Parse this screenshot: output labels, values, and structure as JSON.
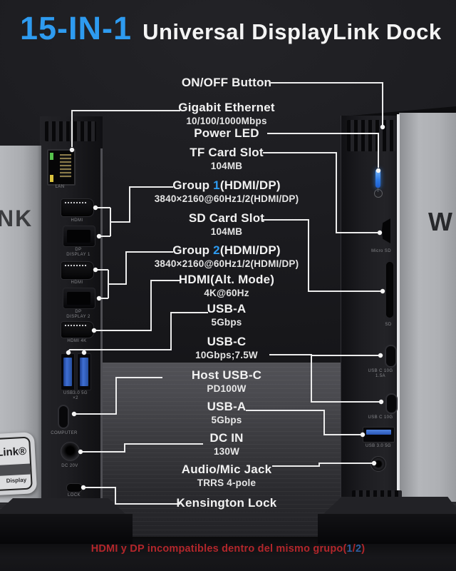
{
  "title": {
    "badge": "15-IN-1",
    "main": "Universal DisplayLink Dock"
  },
  "callouts": [
    {
      "title": "ON/OFF Button",
      "sub": ""
    },
    {
      "title": "Gigabit Ethernet",
      "sub": "10/100/1000Mbps"
    },
    {
      "title": "Power LED",
      "sub": ""
    },
    {
      "title": "TF Card Slot",
      "sub": "104MB"
    },
    {
      "prefix": "Group ",
      "num": "1",
      "rest": "(HDMI/DP)",
      "sub": "3840×2160@60Hz1/2(HDMI/DP)"
    },
    {
      "title": "SD Card Slot",
      "sub": "104MB"
    },
    {
      "prefix": "Group ",
      "num": "2",
      "rest": "(HDMI/DP)",
      "sub": "3840×2160@60Hz1/2(HDMI/DP)"
    },
    {
      "title": "HDMI(Alt. Mode)",
      "sub": "4K@60Hz"
    },
    {
      "title": "USB-A",
      "sub": "5Gbps"
    },
    {
      "title": "USB-C",
      "sub": "10Gbps;7.5W"
    },
    {
      "title": "Host USB-C",
      "sub": "PD100W"
    },
    {
      "title": "USB-A",
      "sub": "5Gbps"
    },
    {
      "title": "DC IN",
      "sub": "130W"
    },
    {
      "title": "Audio/Mic Jack",
      "sub": "TRRS 4-pole"
    },
    {
      "title": "Kensington Lock",
      "sub": ""
    }
  ],
  "left_device": {
    "side_text": "NK",
    "badge": {
      "line1": "yLink®",
      "line2": "Display"
    },
    "port_labels": {
      "lan": "LAN",
      "hdmi1": "HDMI",
      "dp1": "DP\nDISPLAY 1",
      "hdmi2": "HDMI",
      "dp2": "DP\nDISPLAY 2",
      "hdmi3": "HDMI 4K",
      "usba": "USB3.0 5G\n×2",
      "usbc": "COMPUTER",
      "dc": "DC 20V",
      "lock": "LOCK"
    }
  },
  "right_device": {
    "side_text": "W",
    "port_labels": {
      "microsd": "Micro SD",
      "sd": "SD",
      "usbc1": "USB C 10G\n1.5A",
      "usbc2": "USB C 10G",
      "usba": "USB 3.0 5G"
    }
  },
  "footnote": {
    "pre": "HDMI y DP incompatibles dentro del mismo grupo(",
    "n1": "1",
    "slash": "/",
    "n2": "2",
    "post": ")"
  },
  "colors": {
    "accent_blue": "#2E9BF0",
    "warning_red": "#B2262B",
    "footnote_blue": "#2D5D9E",
    "led_blue": "#2F7FE8",
    "usb_blue": "#2D5FC2"
  }
}
